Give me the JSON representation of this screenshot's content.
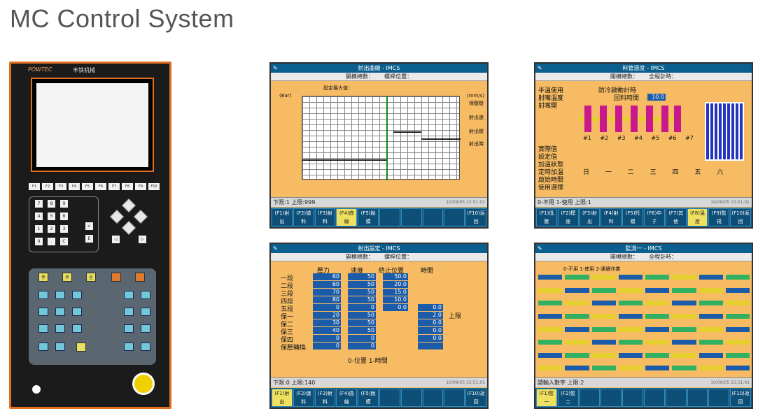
{
  "title": "MC Control System",
  "controller": {
    "brand": "POWTEC",
    "brand_cn": "丰铁机械",
    "fkeys": [
      "F1",
      "F2",
      "F3",
      "F4",
      "F5",
      "F6",
      "F7",
      "F8",
      "F9",
      "F10"
    ]
  },
  "screen1": {
    "title": "射出曲線 - IMCS",
    "sub_a": "開模總數：",
    "sub_b": "螺桿位置：",
    "graph_label": "設定最大值：",
    "ylabel_left": "(Bar)",
    "ylabel_right": "(mm/s)",
    "side": [
      "保壓壓",
      "射出速",
      "射出壓",
      "射出時"
    ],
    "status": "下限:1 上限:999",
    "buttons": [
      "(F1)射出",
      "(F2)儲料",
      "(F3)射料",
      "(F4)曲線",
      "(F5)脫模",
      "(F10)返回"
    ]
  },
  "screen2": {
    "title": "料管溫度 - IMCS",
    "sub_a": "開模總數：",
    "sub_b": "全程計時：",
    "labels": [
      "半溫使用",
      "射嘴溫度",
      "射嘴開",
      "實際值",
      "設定值",
      "加溫狀態",
      "定時加溫",
      "啟始時間",
      "使用選擇"
    ],
    "mid": [
      "防冷啟動計時",
      "回料時間"
    ],
    "val": "10.0",
    "zones": [
      "#1",
      "#2",
      "#3",
      "#4",
      "#5",
      "#6",
      "#7"
    ],
    "days": [
      "日",
      "一",
      "二",
      "三",
      "四",
      "五",
      "六"
    ],
    "status": "0-不用 1-使用 上限:1",
    "buttons": [
      "(F1)低壓",
      "(F2)模座",
      "(F3)射出",
      "(F4)射料",
      "(F5)托模",
      "(F6)中子",
      "(F7)其他",
      "(F8)溫度",
      "(F9)監視",
      "(F10)返回"
    ]
  },
  "screen3": {
    "title": "射出設定 - IMCS",
    "sub_a": "開模總數：",
    "sub_b": "螺桿位置：",
    "cols": [
      "壓力",
      "速度",
      "終止位置",
      "時間"
    ],
    "rows": [
      "一段",
      "二段",
      "三段",
      "四段",
      "五段",
      "保一",
      "保二",
      "保三",
      "保四",
      "保壓轉換"
    ],
    "pressure": [
      "60",
      "60",
      "70",
      "80",
      "0",
      "20",
      "30",
      "40",
      "0",
      "0"
    ],
    "speed": [
      "50",
      "50",
      "50",
      "50",
      "0",
      "50",
      "50",
      "50",
      "0",
      "0"
    ],
    "position": [
      "50.0",
      "20.0",
      "15.0",
      "10.0",
      "0.0"
    ],
    "time": [
      "0.0",
      "2.0",
      "0.0",
      "0.0",
      "0.0"
    ],
    "limit": "上限",
    "mode": "0-位置 1-時間",
    "status": "下限:0 上限:140",
    "buttons": [
      "(F1)射出",
      "(F2)儲料",
      "(F3)射料",
      "(F4)曲線",
      "(F5)脫模",
      "(F10)返回"
    ]
  },
  "screen4": {
    "title": "監測一 - IMCS",
    "sub_a": "開模總數：",
    "sub_b": "全程計時：",
    "note": "0-不用 1-使用 2-連續作業",
    "status": "請輸入數字 上限:2",
    "buttons": [
      "(F1)監一",
      "(F2)監二",
      "(F10)返回"
    ]
  }
}
